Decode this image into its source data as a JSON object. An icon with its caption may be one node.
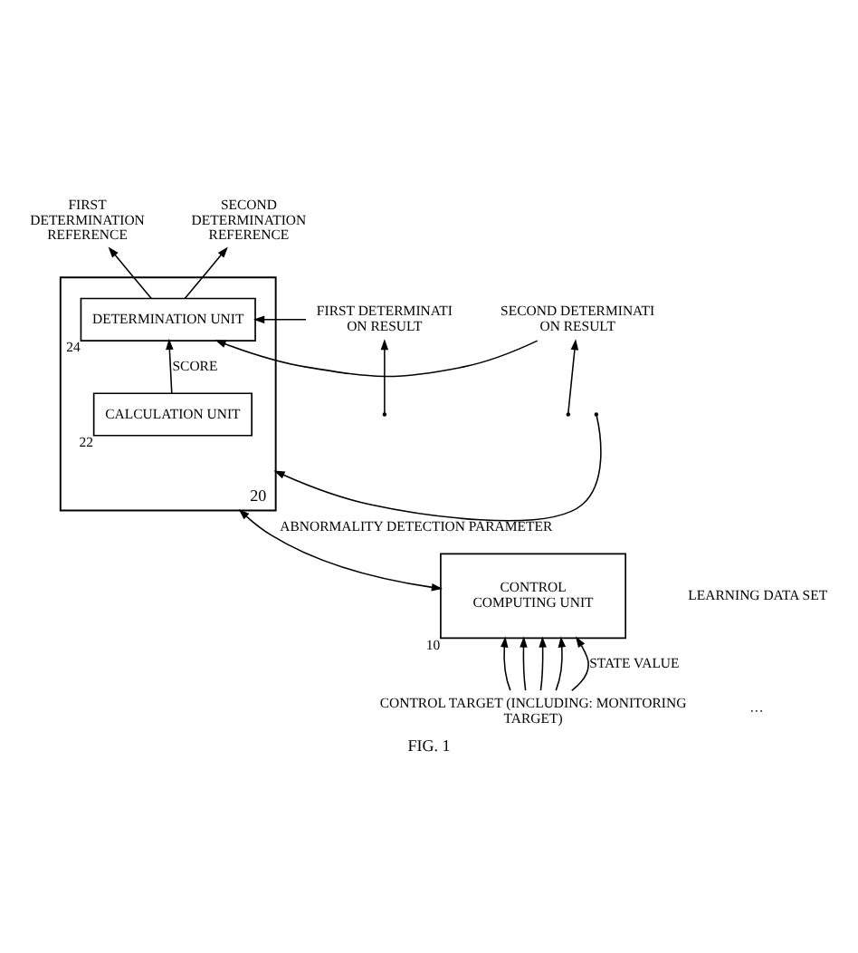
{
  "diagram": {
    "caption": "FIG. 1",
    "nodes": [
      {
        "text": [],
        "shape": "box",
        "beside": [
          "20"
        ]
      },
      {
        "text": [
          "DETERMINATION UNIT"
        ],
        "in": 0,
        "beside": [
          "24"
        ]
      },
      {
        "text": [
          "CALCULATION UNIT"
        ],
        "in": 0,
        "beside": [
          "22"
        ]
      },
      {
        "text": [
          "CONTROL COMPUTING UNIT"
        ],
        "beside": [
          "10"
        ]
      },
      {
        "text": [
          "FIRST DETERMINATION REFERENCE"
        ]
      },
      {
        "text": [
          "SECOND DETERMINATION REFERENCE"
        ]
      },
      {
        "text": [
          "FIRST DETERMINATI ON RESULT"
        ]
      },
      {
        "text": [
          "SECOND DETERMINATI ON RESULT"
        ]
      },
      {
        "text": [
          "CONTROL TARGET (INCLUDING: MONITORING TARGET)"
        ]
      }
    ],
    "edges": [
      {
        "from": 1,
        "to": 4,
        "arrow": "to"
      },
      {
        "from": 1,
        "to": 5,
        "arrow": "to"
      },
      {
        "from": 6,
        "to": 1,
        "arrow": "to"
      },
      {
        "from": 7,
        "to": 1,
        "arrow": "to"
      },
      {
        "from": 2,
        "to": 1,
        "arrow": "to",
        "label": "SCORE"
      },
      {
        "from": null,
        "to": 0,
        "arrow": "to",
        "label": "ABNORMALITY DETECTION PARAMETER"
      },
      {
        "from": null,
        "to": 6,
        "arrow": "to"
      },
      {
        "from": null,
        "to": 7,
        "arrow": "to"
      },
      {
        "from": 0,
        "to": 3,
        "arrow": "both"
      },
      {
        "from": 8,
        "to": 3,
        "arrow": "to"
      },
      {
        "from": 8,
        "to": 3,
        "arrow": "to"
      },
      {
        "from": 8,
        "to": 3,
        "arrow": "to"
      },
      {
        "from": 8,
        "to": 3,
        "arrow": "to"
      },
      {
        "from": 8,
        "to": 3,
        "arrow": "to",
        "label": "STATE VALUE"
      }
    ],
    "labels": [
      "LEARNING DATA SET",
      "···"
    ]
  }
}
